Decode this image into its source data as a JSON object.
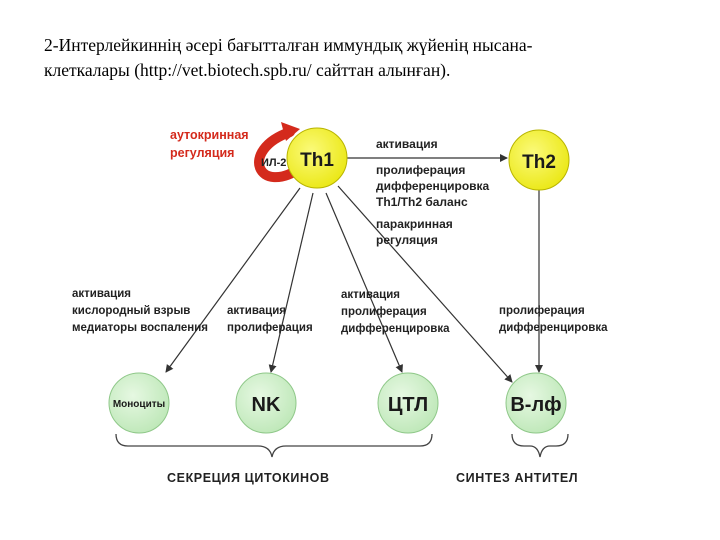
{
  "caption": {
    "line1": "2-Интерлейкиннің әсері бағытталған  иммундық жүйенің нысана-",
    "line2": "клеткалары  (http://vet.biotech.spb.ru/  сайттан алынған)."
  },
  "diagram": {
    "nodes": {
      "th1": "Th1",
      "th2": "Th2",
      "mono": "Моноциты",
      "nk": "NK",
      "ctl": "ЦТЛ",
      "blf": "В-лф"
    },
    "autocrine": {
      "line1": "аутокринная",
      "line2": "регуляция",
      "il2": "ИЛ-2"
    },
    "th1_th2": {
      "l1": "активация",
      "l2": "пролиферация",
      "l3": "дифференцировка",
      "l4": "Th1/Th2 баланс",
      "l5": "паракринная",
      "l6": "регуляция"
    },
    "mono_label": {
      "l1": "активация",
      "l2": "кислородный взрыв",
      "l3": "медиаторы воспаления"
    },
    "nk_label": {
      "l1": "активация",
      "l2": "пролиферация"
    },
    "ctl_label": {
      "l1": "активация",
      "l2": "пролиферация",
      "l3": "дифференцировка"
    },
    "blf_label": {
      "l1": "пролиферация",
      "l2": "дифференцировка"
    },
    "bottom": {
      "cytokines": "СЕКРЕЦИЯ ЦИТОКИНОВ",
      "antibodies": "СИНТЕЗ АНТИТЕЛ"
    },
    "colors": {
      "th_fill": "#f0ee1c",
      "target_fill": "#cbeec6",
      "accent_red": "#d42a1c"
    }
  }
}
